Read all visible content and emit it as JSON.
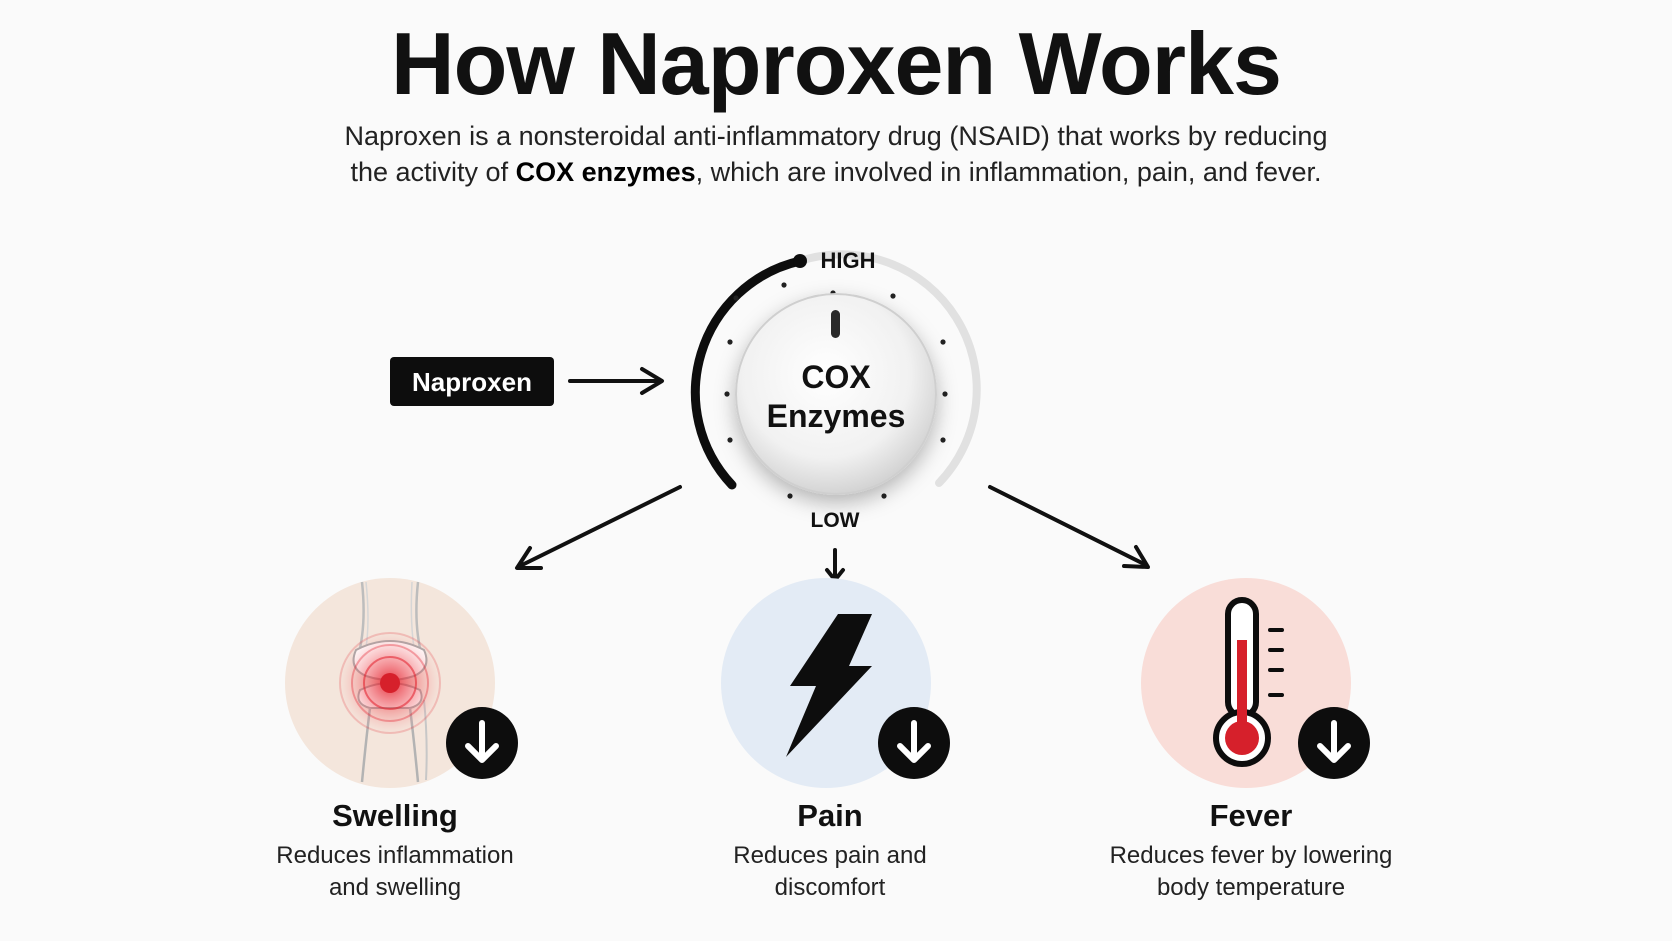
{
  "header": {
    "title": "How Naproxen Works",
    "intro_before": "Naproxen is a nonsteroidal anti-inflammatory drug (NSAID) that works by reducing the activity of ",
    "intro_bold": "COX enzymes",
    "intro_after": ", which are involved in inflammation, pain, and fever."
  },
  "drug": {
    "label": "Naproxen"
  },
  "dial": {
    "line1": "COX",
    "line2": "Enzymes",
    "high_label": "HIGH",
    "low_label": "LOW"
  },
  "effects": [
    {
      "title": "Swelling",
      "desc_line1": "Reduces inflammation",
      "desc_line2": "and swelling",
      "bg": "#f4e6dc",
      "icon": "knee-joint-icon"
    },
    {
      "title": "Pain",
      "desc_line1": "Reduces pain and",
      "desc_line2": "discomfort",
      "bg": "#e3ebf5",
      "icon": "lightning-bolt-icon"
    },
    {
      "title": "Fever",
      "desc_line1": "Reduces fever by lowering",
      "desc_line2": "body temperature",
      "bg": "#f9ddd8",
      "icon": "thermometer-icon"
    }
  ],
  "colors": {
    "accent_red": "#d6202b",
    "ink": "#111111"
  }
}
